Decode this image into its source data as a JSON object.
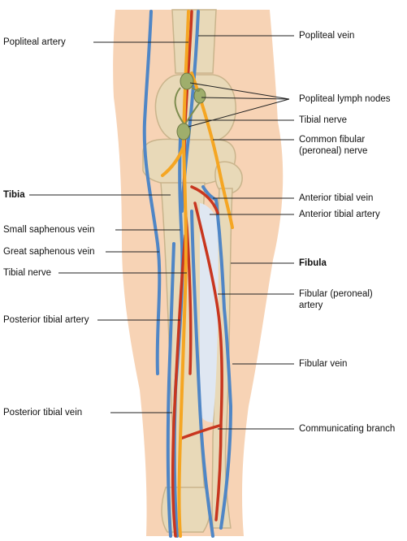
{
  "diagram": {
    "colors": {
      "skin": "#f7d3b5",
      "bone": "#e8d9b8",
      "bone_shade": "#c9b48c",
      "artery": "#c8361f",
      "vein": "#4f86c6",
      "nerve": "#f5a623",
      "lymph": "#9fae6c",
      "membrane": "#dfe7f2",
      "leader": "#222222"
    },
    "labels": {
      "popliteal_artery": "Popliteal artery",
      "popliteal_vein": "Popliteal vein",
      "popliteal_lymph_nodes": "Popliteal lymph nodes",
      "tibial_nerve_upper": "Tibial nerve",
      "common_fibular_nerve": "Common fibular (peroneal) nerve",
      "tibia": "Tibia",
      "anterior_tibial_vein": "Anterior tibial vein",
      "anterior_tibial_artery": "Anterior tibial artery",
      "small_saphenous_vein": "Small saphenous vein",
      "great_saphenous_vein": "Great saphenous vein",
      "fibula": "Fibula",
      "tibial_nerve_lower": "Tibial nerve",
      "fibular_artery": "Fibular (peroneal) artery",
      "posterior_tibial_artery": "Posterior tibial artery",
      "fibular_vein": "Fibular vein",
      "posterior_tibial_vein": "Posterior tibial vein",
      "communicating_branch": "Communicating branch"
    }
  }
}
